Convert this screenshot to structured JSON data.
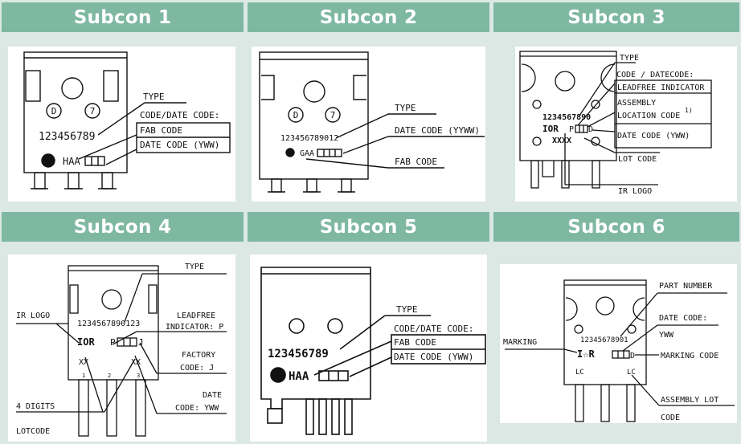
{
  "panels": [
    {
      "title": "Subcon 1",
      "labels": {
        "type": "TYPE",
        "code_date": "CODE/DATE CODE:",
        "fab": "FAB CODE",
        "date": "DATE CODE (YWW)"
      },
      "part_number": "123456789",
      "marking": "HAA",
      "pin_d": "D",
      "pin_7": "7"
    },
    {
      "title": "Subcon 2",
      "labels": {
        "type": "TYPE",
        "date": "DATE CODE (YYWW)",
        "fab": "FAB CODE"
      },
      "part_number": "123456789012",
      "marking": "GAA",
      "pin_d": "D",
      "pin_7": "7"
    },
    {
      "title": "Subcon 3",
      "labels": {
        "type": "TYPE",
        "code_date": "CODE / DATECODE:",
        "leadfree": "LEADFREE INDICATOR",
        "assembly_1": "ASSEMBLY",
        "assembly_2": "LOCATION CODE",
        "footnote": "1)",
        "date": "DATE CODE (YWW)",
        "lot": "LOT CODE",
        "irlogo": "IR LOGO"
      },
      "part_number": "1234567890",
      "logo": "IOR",
      "p": "P",
      "d": "D",
      "lot_code": "XXXX"
    },
    {
      "title": "Subcon 4",
      "labels": {
        "type": "TYPE",
        "irlogo": "IR LOGO",
        "leadfree_1": "LEADFREE",
        "leadfree_2": "INDICATOR: P",
        "factory_1": "FACTORY",
        "factory_2": "CODE: J",
        "date_1": "DATE",
        "date_2": "CODE: YWW",
        "digits": "4 DIGITS",
        "lotcode": "LOTCODE"
      },
      "part_number": "1234567890123",
      "logo": "IOR",
      "p": "P",
      "j": "J",
      "xx_left": "XX",
      "xx_right": "XX",
      "pin1": "1",
      "pin2": "2",
      "pin3": "3"
    },
    {
      "title": "Subcon 5",
      "labels": {
        "type": "TYPE",
        "code_date": "CODE/DATE CODE:",
        "fab": "FAB CODE",
        "date": "DATE CODE (YWW)"
      },
      "part_number": "123456789",
      "marking": "HAA"
    },
    {
      "title": "Subcon 6",
      "labels": {
        "part": "PART NUMBER",
        "date_1": "DATE CODE:",
        "date_2": "YWW",
        "marking_left": "MARKING",
        "marking_code": "MARKING CODE",
        "assembly_1": "ASSEMBLY LOT",
        "assembly_2": "CODE"
      },
      "part_number": "12345678901",
      "logo": "I☆R",
      "d": "D",
      "lc_left": "LC",
      "lc_right": "LC"
    }
  ]
}
